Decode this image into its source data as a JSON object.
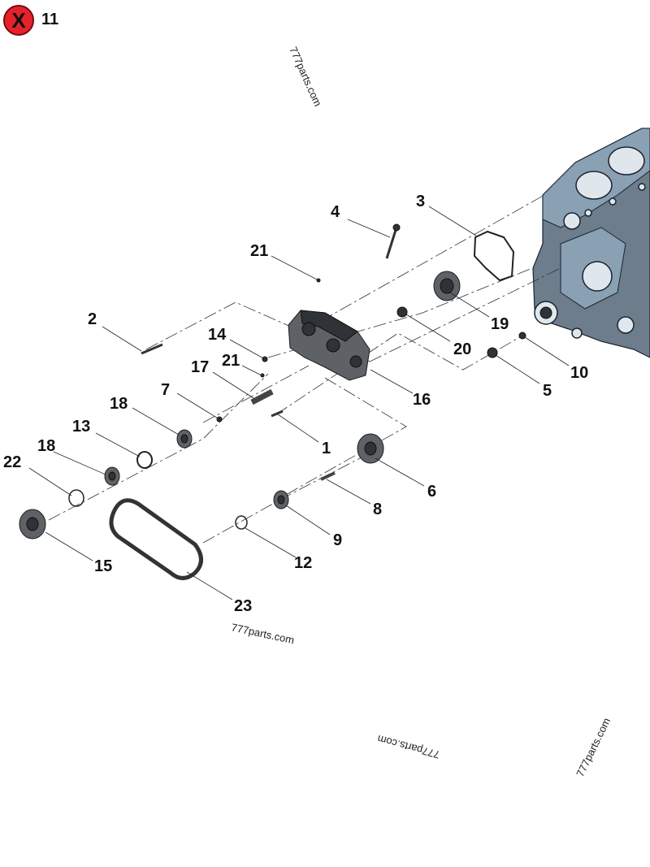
{
  "header": {
    "close_symbol": "X",
    "close_color": "#e5222b",
    "page_number": "11"
  },
  "watermark": "777parts.com",
  "callouts": {
    "c1": "1",
    "c2": "2",
    "c3": "3",
    "c4": "4",
    "c5": "5",
    "c6": "6",
    "c7": "7",
    "c8": "8",
    "c9": "9",
    "c10": "10",
    "c12": "12",
    "c13": "13",
    "c14": "14",
    "c15": "15",
    "c16": "16",
    "c17": "17",
    "c18a": "18",
    "c18b": "18",
    "c19": "19",
    "c20": "20",
    "c21a": "21",
    "c21b": "21",
    "c22": "22",
    "c23": "23"
  },
  "colors": {
    "engine_block": "#6d7d8c",
    "parts": "#5e6266"
  }
}
